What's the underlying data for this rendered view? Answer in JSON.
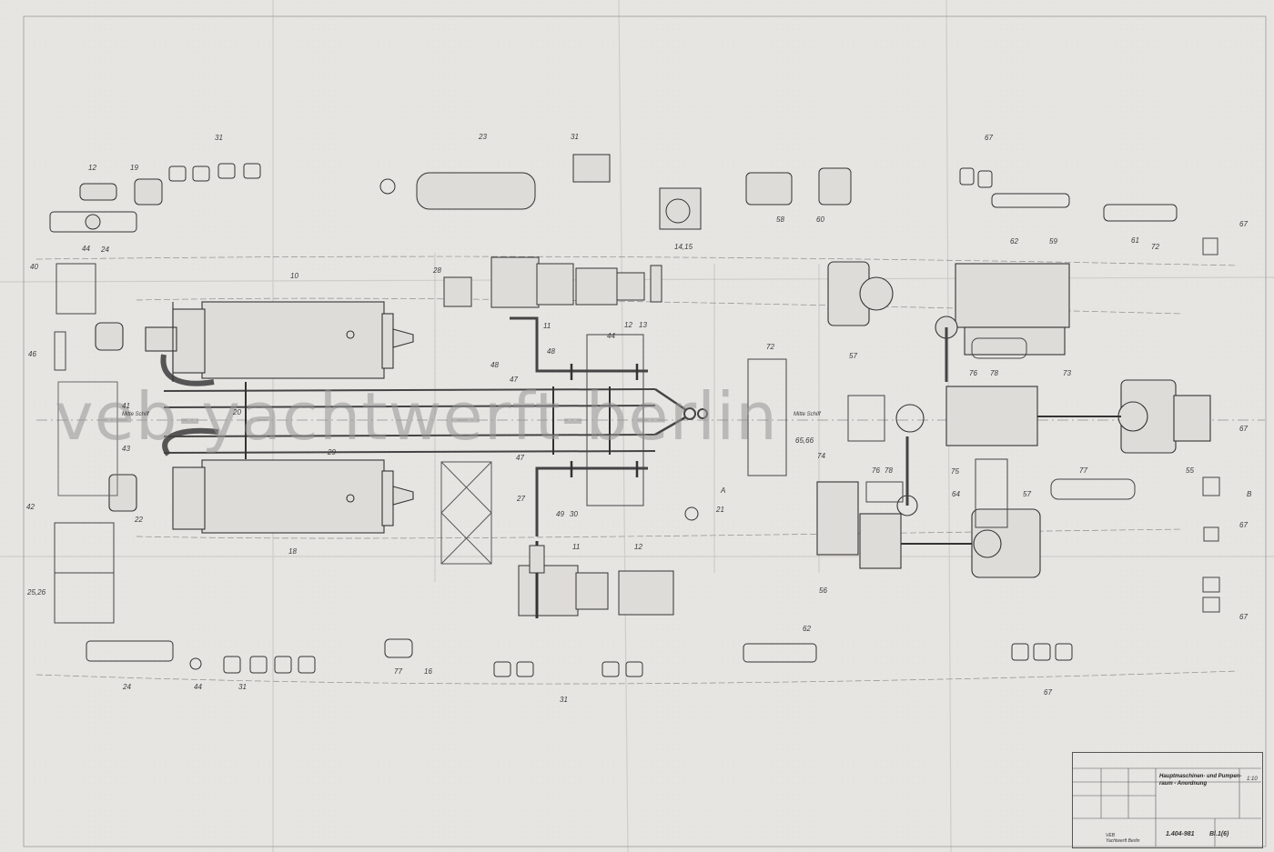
{
  "drawing": {
    "title_line1": "Hauptmaschinen- und Pumpen-",
    "title_line2": "raum - Anordnung",
    "scale": "1:10",
    "drawing_number": "1.404-981",
    "sheet": "Bl.1(6)",
    "maker_line1": "VEB",
    "maker_line2": "Yachtwerft Berlin",
    "watermark": "veb-yachtwerft-berlin"
  },
  "part_labels": {
    "p31a": "31",
    "p12a": "12",
    "p19a": "19",
    "p23": "23",
    "p31b": "31",
    "p67a": "67",
    "p14_15": "14,15",
    "p58": "58",
    "p60": "60",
    "p61": "61",
    "p72a": "72",
    "p62a": "62",
    "p59": "59",
    "p67b": "67",
    "p44a": "44",
    "p24a": "24",
    "p40": "40",
    "p46": "46",
    "p10": "10",
    "p28": "28",
    "p11a": "11",
    "p12b": "12",
    "p13": "13",
    "p44b": "44",
    "p48a": "48",
    "p47a": "47",
    "p72b": "72",
    "p57a": "57",
    "p76a": "76",
    "p78a": "78",
    "p73": "73",
    "p41": "41",
    "p43": "43",
    "p20": "20",
    "p29": "29",
    "p27": "27",
    "p47b": "47",
    "p65_66": "65,66",
    "p74": "74",
    "p75": "75",
    "p64": "64",
    "p55": "55",
    "p57b": "57",
    "p77a": "77",
    "p42": "42",
    "p22": "22",
    "p18": "18",
    "p49": "49",
    "p30": "30",
    "p11b": "11",
    "p12c": "12",
    "p21": "21",
    "p76b": "76",
    "p78b": "78",
    "p56": "56",
    "p67c": "67",
    "p25_26": "25,26",
    "p62b": "62",
    "p67d": "67",
    "p24b": "24",
    "p44c": "44",
    "p31c": "31",
    "p77b": "77",
    "p16": "16",
    "p31d": "31",
    "p67e": "67",
    "p67f": "67"
  },
  "frame_labels": {
    "f1": "Mitte Schiff",
    "f2": "Mitte Schiff"
  },
  "section_marks": {
    "a": "A",
    "b": "B"
  }
}
